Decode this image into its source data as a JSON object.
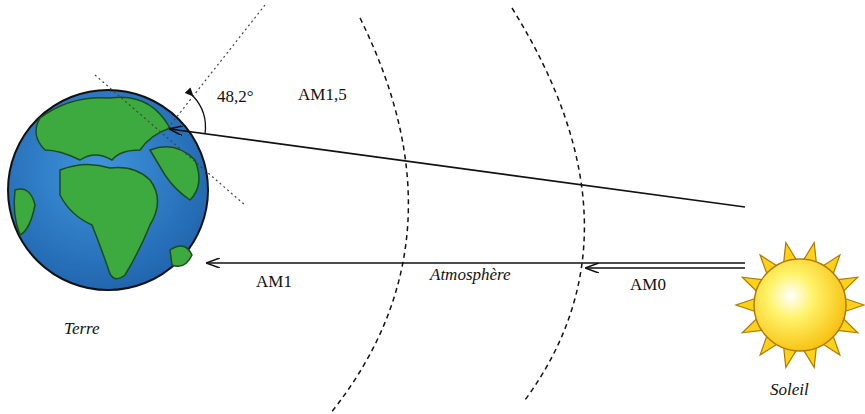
{
  "diagram": {
    "labels": [
      "48,2°",
      "AM1,5",
      "AM1",
      "AM0",
      "Atmosphère",
      "Terre",
      "Soleil"
    ]
  }
}
